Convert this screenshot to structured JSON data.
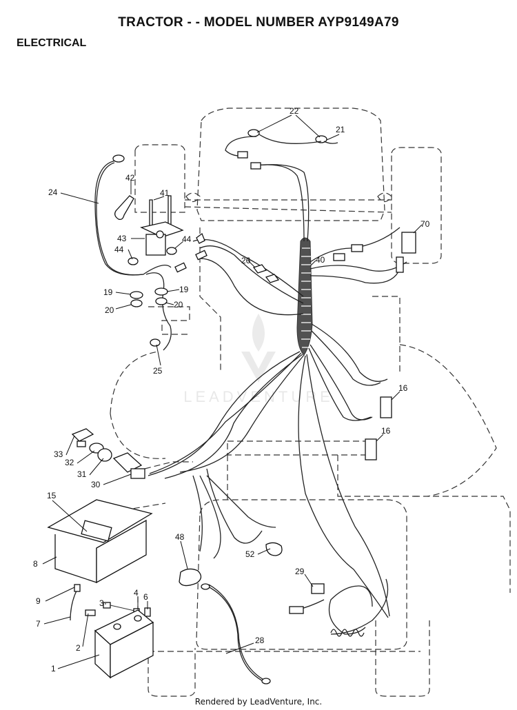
{
  "header": {
    "title": "TRACTOR - - MODEL NUMBER AYP9149A79",
    "section": "ELECTRICAL"
  },
  "callouts": [
    {
      "id": "c22",
      "label": "22"
    },
    {
      "id": "c21",
      "label": "21"
    },
    {
      "id": "c24",
      "label": "24"
    },
    {
      "id": "c42",
      "label": "42"
    },
    {
      "id": "c41",
      "label": "41"
    },
    {
      "id": "c70",
      "label": "70"
    },
    {
      "id": "c43",
      "label": "43"
    },
    {
      "id": "c44a",
      "label": "44"
    },
    {
      "id": "c44b",
      "label": "44"
    },
    {
      "id": "c26",
      "label": "26"
    },
    {
      "id": "c40",
      "label": "40"
    },
    {
      "id": "c19a",
      "label": "19"
    },
    {
      "id": "c19b",
      "label": "19"
    },
    {
      "id": "c20a",
      "label": "20"
    },
    {
      "id": "c20b",
      "label": "20"
    },
    {
      "id": "c25",
      "label": "25"
    },
    {
      "id": "c16a",
      "label": "16"
    },
    {
      "id": "c16b",
      "label": "16"
    },
    {
      "id": "c33",
      "label": "33"
    },
    {
      "id": "c32",
      "label": "32"
    },
    {
      "id": "c31",
      "label": "31"
    },
    {
      "id": "c30",
      "label": "30"
    },
    {
      "id": "c15",
      "label": "15"
    },
    {
      "id": "c8",
      "label": "8"
    },
    {
      "id": "c48",
      "label": "48"
    },
    {
      "id": "c52",
      "label": "52"
    },
    {
      "id": "c29",
      "label": "29"
    },
    {
      "id": "c9",
      "label": "9"
    },
    {
      "id": "c4",
      "label": "4"
    },
    {
      "id": "c6",
      "label": "6"
    },
    {
      "id": "c3",
      "label": "3"
    },
    {
      "id": "c7",
      "label": "7"
    },
    {
      "id": "c2",
      "label": "2"
    },
    {
      "id": "c28",
      "label": "28"
    },
    {
      "id": "c1",
      "label": "1"
    }
  ],
  "watermark": "LEADVENTURE",
  "footer": "Rendered by LeadVenture, Inc."
}
